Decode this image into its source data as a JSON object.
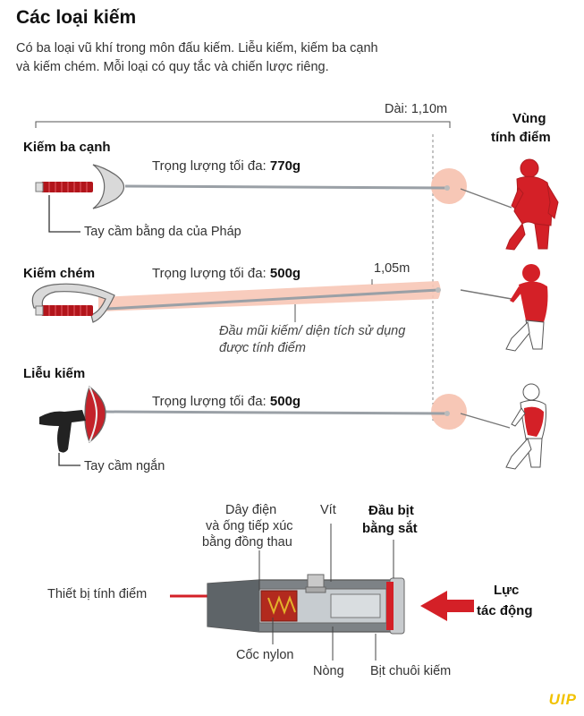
{
  "title": "Các loại kiếm",
  "subtitle_line1": "Có ba loại vũ khí trong môn đấu kiếm. Liễu kiếm, kiếm ba cạnh",
  "subtitle_line2": "và kiếm chém. Mỗi loại có quy tắc và chiến lược riêng.",
  "length_label": "Dài: 1,10m",
  "scoring_zone_label_1": "Vùng",
  "scoring_zone_label_2": "tính điểm",
  "epee": {
    "name": "Kiếm ba cạnh",
    "weight_prefix": "Trọng lượng tối đa: ",
    "weight_value": "770g",
    "grip_note": "Tay cầm bằng da của Pháp"
  },
  "sabre": {
    "name": "Kiếm chém",
    "weight_prefix": "Trọng lượng tối đa: ",
    "weight_value": "500g",
    "length": "1,05m",
    "note_line1": "Đầu mũi kiếm/ diện tích sử dụng",
    "note_line2": "được tính điểm"
  },
  "foil": {
    "name": "Liễu kiếm",
    "weight_prefix": "Trọng lượng tối đa: ",
    "weight_value": "500g",
    "grip_note": "Tay cầm ngắn"
  },
  "tip": {
    "wire_line1": "Dây điện",
    "wire_line2": "và ống tiếp xúc",
    "wire_line3": "bằng đồng thau",
    "screw": "Vít",
    "cap_line1": "Đầu bịt",
    "cap_line2": "bằng sắt",
    "scoring_device": "Thiết bị tính điểm",
    "nylon_cup": "Cốc nylon",
    "barrel": "Nòng",
    "blade_cap": "Bịt chuôi kiếm",
    "force_line1": "Lực",
    "force_line2": "tác động"
  },
  "watermark": "UIP",
  "colors": {
    "red": "#d42027",
    "scoring_zone": "#f7c7b6",
    "blade": "#9aa0a6"
  }
}
